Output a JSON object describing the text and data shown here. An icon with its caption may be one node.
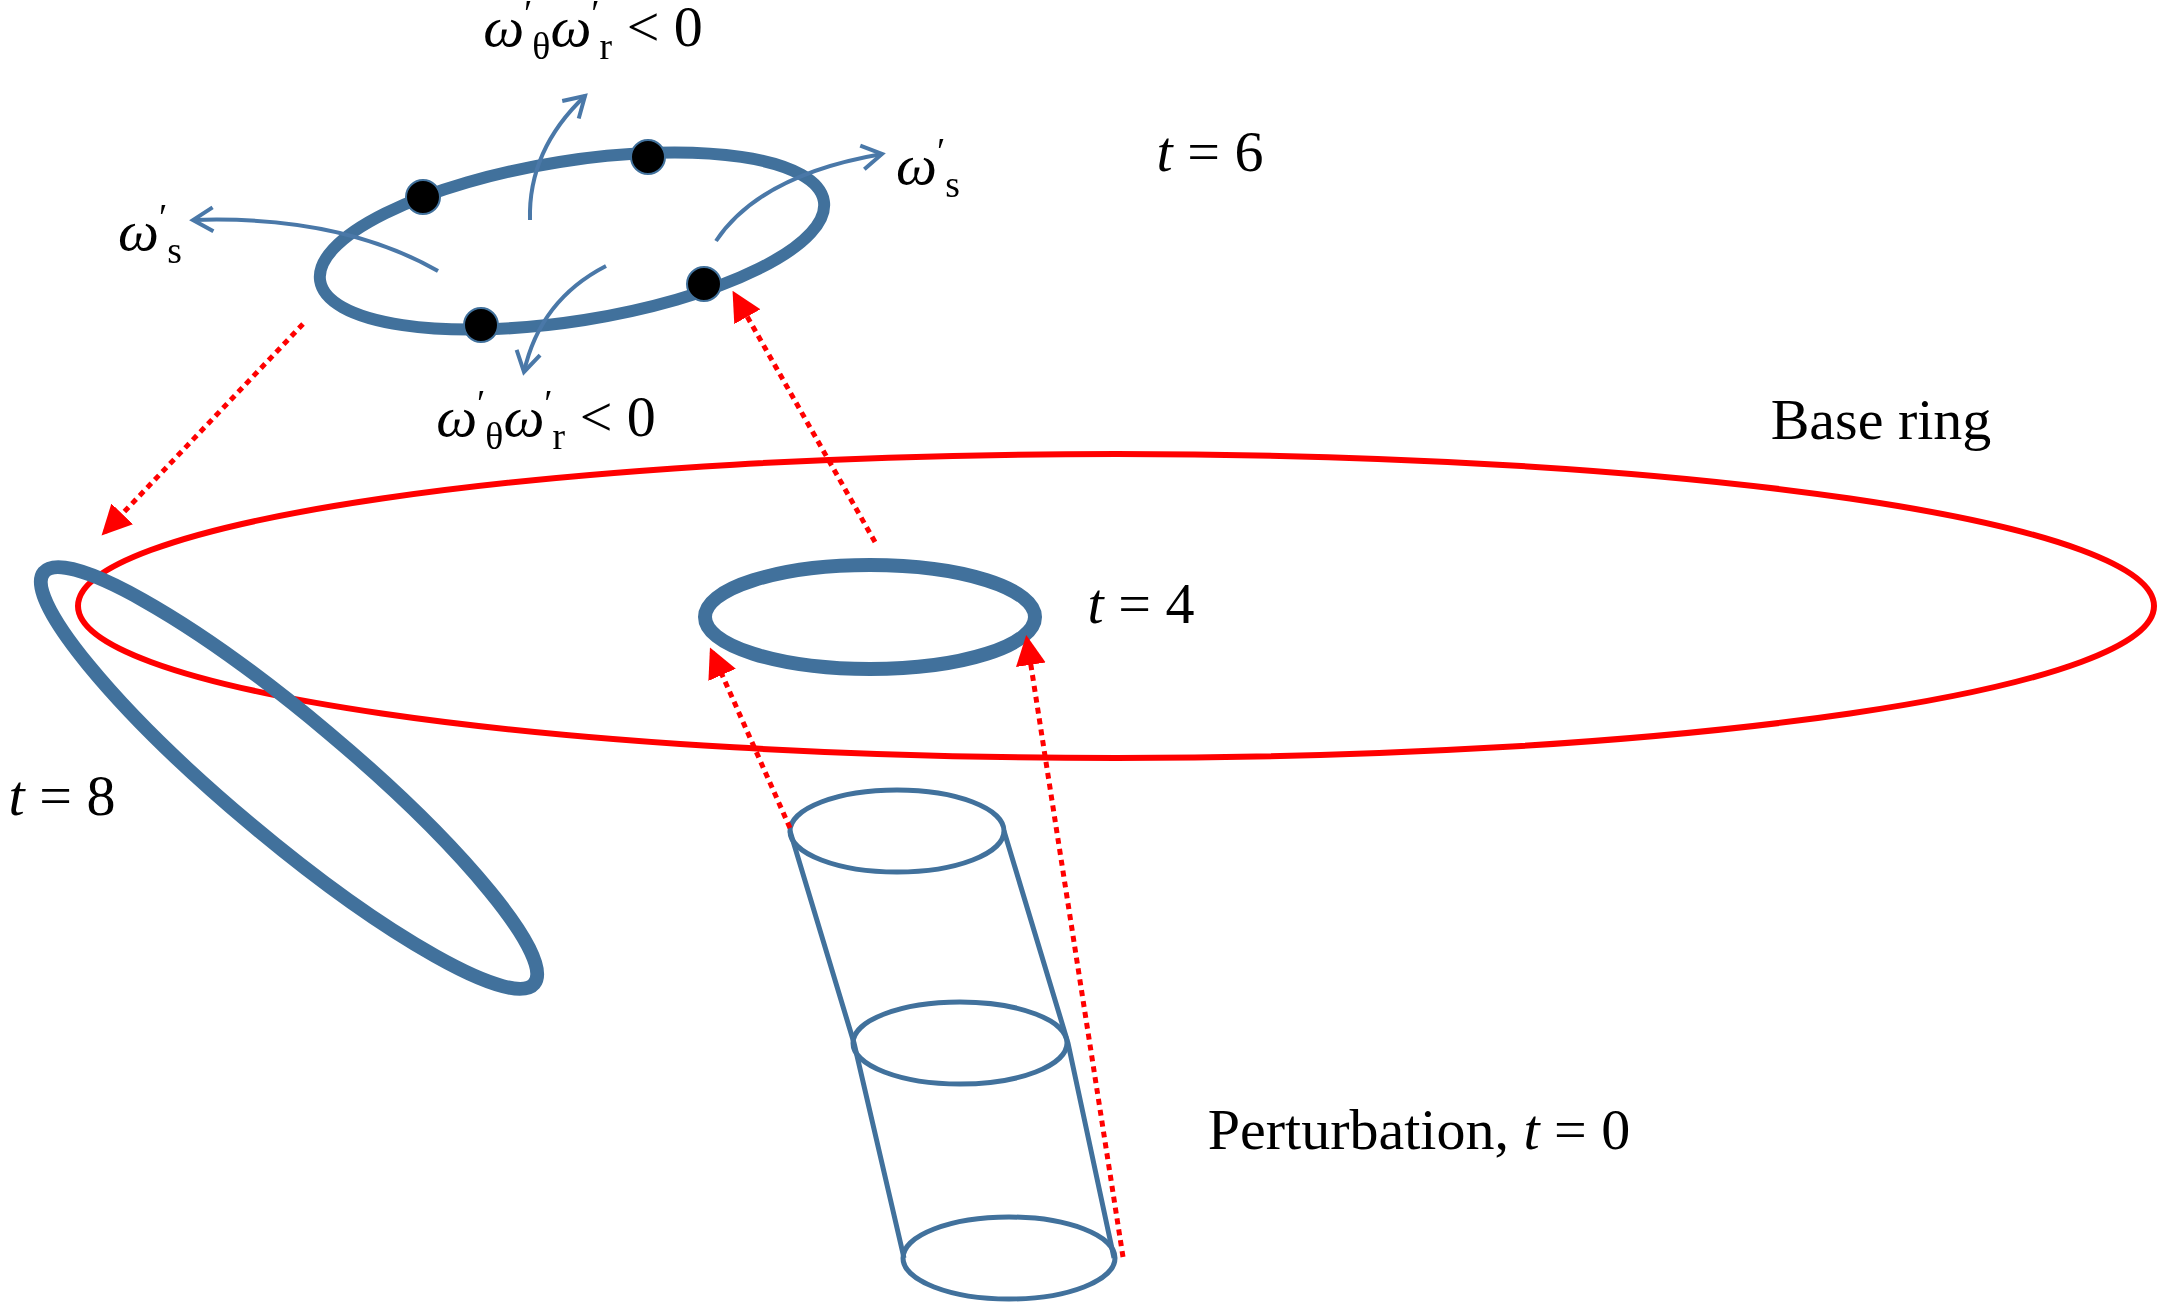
{
  "diagram": {
    "nodes": [
      {
        "text": [],
        "shape": "cylinder",
        "beside": [
          "Perturbation, *t* = 0"
        ]
      },
      {
        "text": [],
        "shape": "ring",
        "beside": [
          "*t* = 4"
        ]
      },
      {
        "text": [],
        "shape": "ring"
      },
      {
        "text": [],
        "shape": "ring",
        "beside": [
          "*t* = 8"
        ]
      }
    ],
    "edges": [
      {
        "from": 0,
        "to": 1,
        "arrow": "to",
        "style": "dashed"
      },
      {
        "from": 0,
        "to": 1,
        "arrow": "to",
        "style": "dashed"
      },
      {
        "from": 1,
        "to": 2,
        "arrow": "to",
        "style": "dashed"
      },
      {
        "from": 2,
        "to": 3,
        "arrow": "to",
        "style": "dashed"
      }
    ],
    "labels": [
      "*ω*$^{′}$$_{θ}$*ω*$^{′}$$_{r}$ < 0",
      "*ω*$^{′}$$_{s}$",
      "*t* = 6",
      "*ω*$^{′}$$_{s}$",
      "*ω*$^{′}$$_{θ}$*ω*$^{′}$$_{r}$ < 0",
      "Base ring"
    ]
  }
}
